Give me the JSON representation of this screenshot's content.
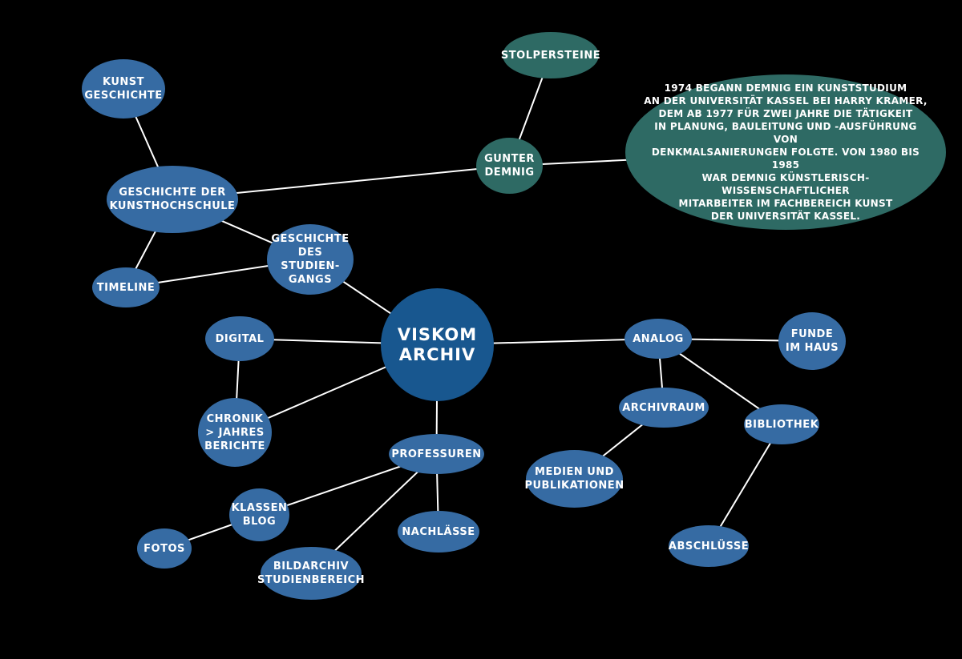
{
  "colors": {
    "background": "#000000",
    "node_blue": "#366ba3",
    "node_center": "#18578f",
    "node_green": "#2e6a64",
    "line": "#ffffff",
    "text": "#ffffff"
  },
  "nodes": {
    "viskom_archiv": "VISKOM\nARCHIV",
    "kunst_geschichte": "KUNST\nGESCHICHTE",
    "geschichte_kunsthochschule": "GESCHICHTE DER\nKUNSTHOCHSCHULE",
    "timeline": "TIMELINE",
    "geschichte_studiengang": "GESCHICHTE\nDES STUDIEN-\nGANGS",
    "gunter_demnig": "GUNTER\nDEMNIG",
    "stolpersteine": "STOLPERSTEINE",
    "demnig_info": "1974 BEGANN DEMNIG EIN KUNSTSTUDIUM\nAN DER UNIVERSITÄT KASSEL BEI HARRY KRAMER,\nDEM AB 1977 FÜR ZWEI JAHRE DIE TÄTIGKEIT\nIN PLANUNG, BAULEITUNG UND -AUSFÜHRUNG VON\nDENKMALSANIERUNGEN FOLGTE. VON 1980 BIS 1985\nWAR DEMNIG KÜNSTLERISCH-WISSENSCHAFTLICHER\nMITARBEITER IM FACHBEREICH KUNST\nDER UNIVERSITÄT KASSEL.",
    "digital": "DIGITAL",
    "chronik": "CHRONIK\n> JAHRES\nBERICHTE",
    "professuren": "PROFESSUREN",
    "klassen_blog": "KLASSEN\nBLOG",
    "fotos": "FOTOS",
    "bildarchiv": "BILDARCHIV\nSTUDIENBEREICH",
    "nachlaesse": "NACHLÄSSE",
    "analog": "ANALOG",
    "funde_im_haus": "FUNDE\nIM HAUS",
    "archivraum": "ARCHIVRAUM",
    "medien_publikationen": "MEDIEN UND\nPUBLIKATIONEN",
    "bibliothek": "BIBLIOTHEK",
    "abschluesse": "ABSCHLÜSSE"
  },
  "edges": [
    [
      "kunst_geschichte",
      "geschichte_kunsthochschule"
    ],
    [
      "geschichte_kunsthochschule",
      "gunter_demnig"
    ],
    [
      "gunter_demnig",
      "stolpersteine"
    ],
    [
      "gunter_demnig",
      "demnig_info"
    ],
    [
      "geschichte_kunsthochschule",
      "timeline"
    ],
    [
      "geschichte_kunsthochschule",
      "geschichte_studiengang"
    ],
    [
      "timeline",
      "geschichte_studiengang"
    ],
    [
      "geschichte_studiengang",
      "viskom_archiv"
    ],
    [
      "viskom_archiv",
      "digital"
    ],
    [
      "viskom_archiv",
      "chronik"
    ],
    [
      "digital",
      "chronik"
    ],
    [
      "viskom_archiv",
      "analog"
    ],
    [
      "viskom_archiv",
      "professuren"
    ],
    [
      "professuren",
      "klassen_blog"
    ],
    [
      "klassen_blog",
      "fotos"
    ],
    [
      "professuren",
      "bildarchiv"
    ],
    [
      "professuren",
      "nachlaesse"
    ],
    [
      "analog",
      "funde_im_haus"
    ],
    [
      "analog",
      "archivraum"
    ],
    [
      "analog",
      "bibliothek"
    ],
    [
      "archivraum",
      "medien_publikationen"
    ],
    [
      "bibliothek",
      "abschluesse"
    ]
  ]
}
